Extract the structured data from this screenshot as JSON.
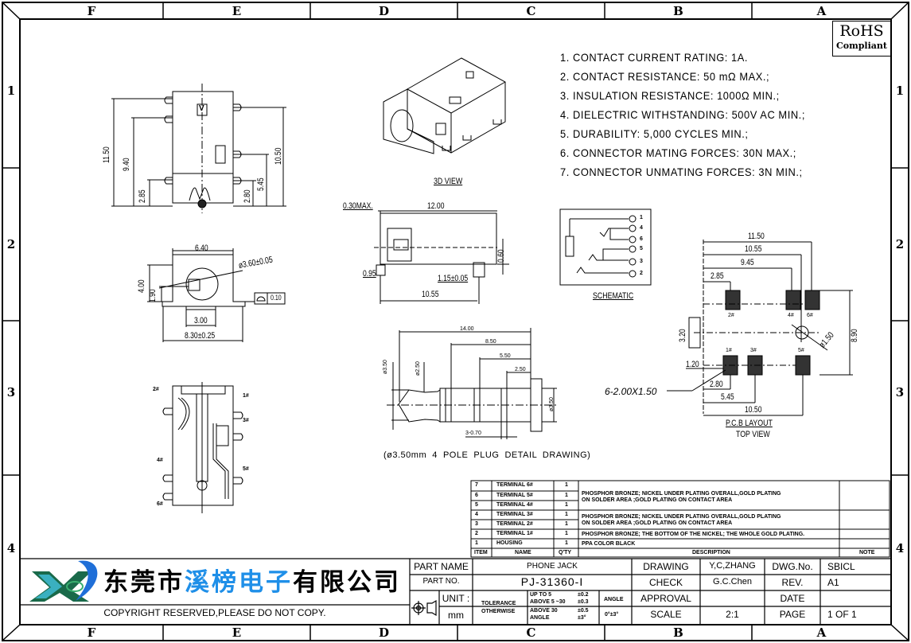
{
  "border": {
    "columns": [
      "F",
      "E",
      "D",
      "C",
      "B",
      "A"
    ],
    "rows": [
      "1",
      "2",
      "3",
      "4"
    ]
  },
  "rohs": {
    "title": "RoHS",
    "subtitle": "Compliant"
  },
  "specs": [
    "1. CONTACT CURRENT RATING: 1A.",
    "2. CONTACT RESISTANCE: 50 mΩ MAX.;",
    "3. INSULATION RESISTANCE: 1000Ω MIN.;",
    "4. DIELECTRIC WITHSTANDING: 500V AC MIN.;",
    "5. DURABILITY: 5,000 CYCLES MIN.;",
    "6. CONNECTOR MATING FORCES: 30N   MAX.;",
    "7. CONNECTOR UNMATING FORCES: 3N MIN.;"
  ],
  "views": {
    "front": {
      "dims": [
        "11.50",
        "9.40",
        "2.85",
        "10.50",
        "5.45",
        "2.80"
      ],
      "marker": "V"
    },
    "end": {
      "dims": [
        "6.40",
        "ø3.60±0.05",
        "4.00",
        "1.90",
        "3.00",
        "8.30±0.25"
      ],
      "flatness": "0.10"
    },
    "three_d": {
      "caption": "3D VIEW"
    },
    "side": {
      "dims": [
        "0.30MAX.",
        "12.00",
        "0.60",
        "0.95",
        "1.15±0.05",
        "10.55"
      ]
    },
    "schematic": {
      "caption": "SCHEMATIC",
      "pins": [
        "1",
        "4",
        "6",
        "5",
        "3",
        "2"
      ]
    },
    "pcb": {
      "dims": [
        "11.50",
        "10.55",
        "9.45",
        "2.85",
        "3.20",
        "1.20",
        "2.80",
        "5.45",
        "10.50",
        "8.90",
        "ø1.50"
      ],
      "pads": [
        "2#",
        "4#",
        "6#",
        "1#",
        "3#",
        "5#"
      ],
      "pad_callout": "6-2.00X1.50",
      "caption": "P.C.B LAYOUT",
      "subcaption": "TOP VIEW"
    },
    "plug": {
      "dims": [
        "14.00",
        "8.50",
        "5.50",
        "2.50",
        "ø3.50",
        "ø2.50",
        "ø3.50",
        "3-0.70"
      ],
      "caption": "(ø3.50mm  4  POLE  PLUG  DETAIL  DRAWING)"
    },
    "bottom": {
      "terminals": [
        "2#",
        "1#",
        "3#",
        "4#",
        "5#",
        "6#"
      ]
    }
  },
  "bom": {
    "headers": {
      "item": "ITEM",
      "name": "NAME",
      "qty": "Q'TY",
      "description": "DESCRIPTION",
      "note": "NOTE"
    },
    "rows": [
      {
        "item": "7",
        "name": "TERMINAL 6#",
        "qty": "1"
      },
      {
        "item": "6",
        "name": "TERMINAL 5#",
        "qty": "1"
      },
      {
        "item": "5",
        "name": "TERMINAL 4#",
        "qty": "1"
      },
      {
        "item": "4",
        "name": "TERMINAL 3#",
        "qty": "1"
      },
      {
        "item": "3",
        "name": "TERMINAL 2#",
        "qty": "1"
      },
      {
        "item": "2",
        "name": "TERMINAL 1#",
        "qty": "1"
      },
      {
        "item": "1",
        "name": "HOUSING",
        "qty": "1"
      }
    ],
    "descriptions": [
      "PHOSPHOR BRONZE; NICKEL UNDER PLATING OVERALL,GOLD PLATING",
      "ON SOLDER AREA ;GOLD PLATING ON CONTACT AREA",
      "PHOSPHOR BRONZE; NICKEL UNDER PLATING OVERALL,GOLD PLATING",
      "ON SOLDER AREA ;GOLD PLATING ON CONTACT AREA",
      "PHOSPHOR BRONZE; THE BOTTOM OF THE NICKEL; THE WHOLE GOLD PLATING.",
      "PPA   COLOR BLACK"
    ]
  },
  "company": {
    "name_black1": "东莞市",
    "name_blue": "溪榜电子",
    "name_black2": "有限公司",
    "copyright": "COPYRIGHT RESERVED,PLEASE DO NOT COPY.",
    "blue": "#1f8fe8"
  },
  "title_block": {
    "part_name_label": "PART NAME",
    "part_name": "PHONE JACK",
    "part_no_label": "PART NO.",
    "part_no": "PJ-31360-I",
    "unit_label": "UNIT :",
    "unit": "mm",
    "tolerance_label1": "TOLERANCE",
    "tolerance_label2": "OTHERWISE",
    "tol_rows": [
      [
        "UP TO 5",
        "±0.2"
      ],
      [
        "ABOVE 5 ~30",
        "±0.3"
      ],
      [
        "ABOVE 30",
        "±0.5"
      ],
      [
        "ANGLE",
        "±3°"
      ]
    ],
    "angle_label": "ANGLE",
    "angle_value": "0°±3°",
    "drawing_label": "DRAWING",
    "drawing": "Y,C,ZHANG",
    "check_label": "CHECK",
    "check": "G.C.Chen",
    "approval_label": "APPROVAL",
    "approval": "",
    "scale_label": "SCALE",
    "scale": "2:1",
    "dwg_no_label": "DWG.No.",
    "dwg_no": "SBICL",
    "rev_label": "REV.",
    "rev": "A1",
    "date_label": "DATE",
    "date": "",
    "page_label": "PAGE",
    "page": "1 OF 1"
  }
}
